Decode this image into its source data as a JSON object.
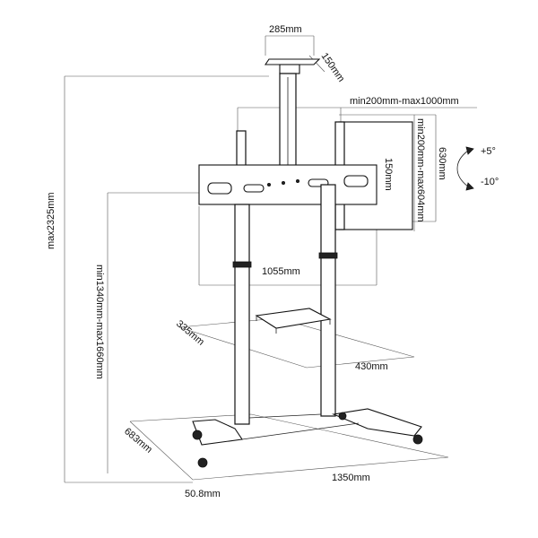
{
  "labels": {
    "top_width": "285mm",
    "top_depth": "150mm",
    "vesa_width": "min200mm-max1000mm",
    "vesa_height": "min200mm-max604mm",
    "bracket_height": "630mm",
    "arm_height": "150mm",
    "tilt_up": "+5°",
    "tilt_down": "-10°",
    "total_height": "max2325mm",
    "center_height": "min1340mm-max1660mm",
    "bracket_width": "1055mm",
    "shelf_depth": "335mm",
    "shelf_width": "430mm",
    "base_depth": "683mm",
    "base_width": "1350mm",
    "pole_diameter": "50.8mm"
  },
  "colors": {
    "line": "#222222",
    "text": "#111111"
  }
}
